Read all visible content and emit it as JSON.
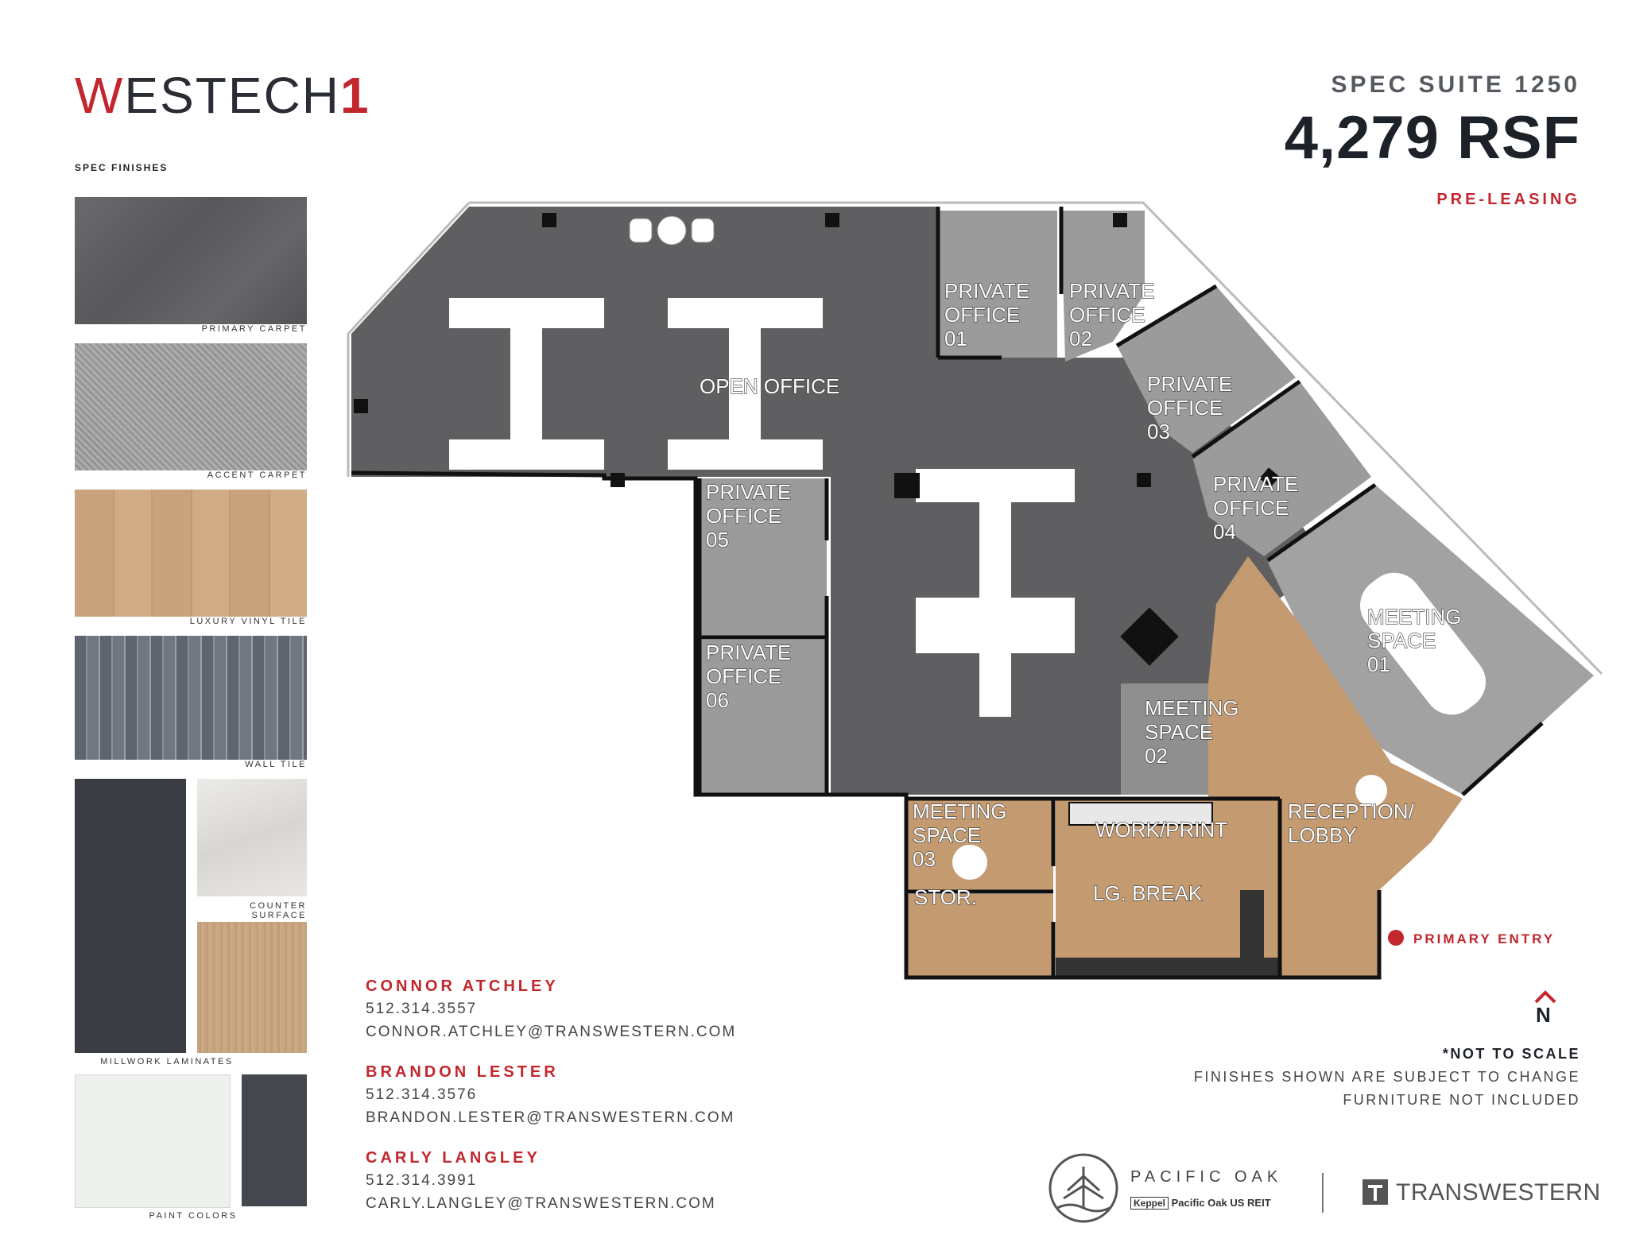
{
  "brand": {
    "logo_w": "W",
    "logo_rest": "ESTECH",
    "logo_number": "1"
  },
  "finishes": {
    "heading": "SPEC FINISHES",
    "swatches": [
      {
        "label": "PRIMARY CARPET",
        "color": "#5d5d60"
      },
      {
        "label": "ACCENT CARPET",
        "color": "#9a9a9a"
      },
      {
        "label": "LUXURY VINYL TILE",
        "color": "#c7a27c"
      },
      {
        "label": "WALL TILE",
        "color": "#6d7480"
      },
      {
        "label": "COUNTER SURFACE",
        "color": "#e4e2de"
      },
      {
        "label": "MILLWORK LAMINATES",
        "colors": [
          "#3a3d42",
          "#c3a27e"
        ]
      },
      {
        "label": "PAINT COLORS",
        "colors": [
          "#eef0ee",
          "#44474d"
        ]
      }
    ]
  },
  "suite": {
    "title": "SPEC SUITE 1250",
    "area": "4,279 RSF",
    "status": "PRE-LEASING"
  },
  "floorplan": {
    "rooms": [
      {
        "id": "open-office",
        "lines": [
          "OPEN OFFICE"
        ]
      },
      {
        "id": "private-office-01",
        "lines": [
          "PRIVATE",
          "OFFICE",
          "01"
        ]
      },
      {
        "id": "private-office-02",
        "lines": [
          "PRIVATE",
          "OFFICE",
          "02"
        ]
      },
      {
        "id": "private-office-03",
        "lines": [
          "PRIVATE",
          "OFFICE",
          "03"
        ]
      },
      {
        "id": "private-office-04",
        "lines": [
          "PRIVATE",
          "OFFICE",
          "04"
        ]
      },
      {
        "id": "private-office-05",
        "lines": [
          "PRIVATE",
          "OFFICE",
          "05"
        ]
      },
      {
        "id": "private-office-06",
        "lines": [
          "PRIVATE",
          "OFFICE",
          "06"
        ]
      },
      {
        "id": "meeting-space-01",
        "lines": [
          "MEETING",
          "SPACE",
          "01"
        ]
      },
      {
        "id": "meeting-space-02",
        "lines": [
          "MEETING",
          "SPACE",
          "02"
        ]
      },
      {
        "id": "meeting-space-03",
        "lines": [
          "MEETING",
          "SPACE",
          "03"
        ]
      },
      {
        "id": "reception-lobby",
        "lines": [
          "RECEPTION/",
          "LOBBY"
        ]
      },
      {
        "id": "work-print",
        "lines": [
          "WORK/PRINT"
        ]
      },
      {
        "id": "lg-break",
        "lines": [
          "LG. BREAK"
        ]
      },
      {
        "id": "storage",
        "lines": [
          "STOR."
        ]
      }
    ],
    "entry_label": "PRIMARY ENTRY",
    "north_label": "N",
    "colors": {
      "primary_carpet": "#5f5f62",
      "accent_carpet": "#9b9b9b",
      "wood": "#c49a70",
      "walls": "#111111",
      "accent": "#c1272d"
    }
  },
  "contacts": [
    {
      "name": "CONNOR ATCHLEY",
      "phone": "512.314.3557",
      "email": "CONNOR.ATCHLEY@TRANSWESTERN.COM"
    },
    {
      "name": "BRANDON LESTER",
      "phone": "512.314.3576",
      "email": "BRANDON.LESTER@TRANSWESTERN.COM"
    },
    {
      "name": "CARLY LANGLEY",
      "phone": "512.314.3991",
      "email": "CARLY.LANGLEY@TRANSWESTERN.COM"
    }
  ],
  "notes": {
    "scale": "*NOT TO SCALE",
    "finishes": "FINISHES SHOWN ARE SUBJECT TO CHANGE",
    "furniture": "FURNITURE NOT INCLUDED"
  },
  "partners": {
    "pacific_oak": "PACIFIC OAK",
    "pacific_oak_sub_keppel": "Keppel",
    "pacific_oak_sub": "Pacific Oak US REIT",
    "transwestern": "TRANSWESTERN"
  }
}
